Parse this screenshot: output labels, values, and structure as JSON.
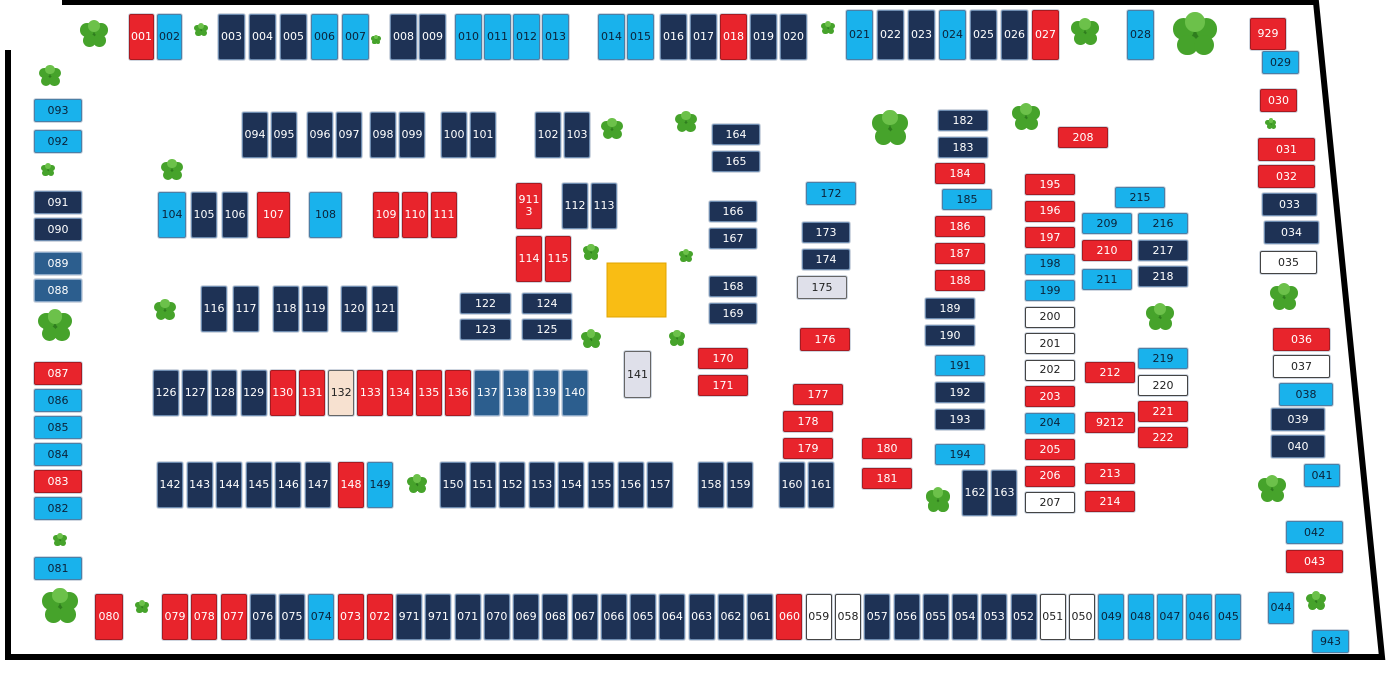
{
  "colors": {
    "navy": "#1e3255",
    "cyan": "#19b2ec",
    "red": "#e8242c",
    "white": "#ffffff",
    "blush": "#f7e1d0",
    "lilac": "#dfe0ea",
    "steel": "#2c5e8e",
    "center_square": "#f9bd14",
    "tree": "#46a32b"
  },
  "booths": [
    {
      "label": "001",
      "c": "red"
    },
    {
      "label": "002",
      "c": "cyan"
    },
    {
      "label": "003",
      "c": "navy"
    },
    {
      "label": "004",
      "c": "navy"
    },
    {
      "label": "005",
      "c": "navy"
    },
    {
      "label": "006",
      "c": "cyan"
    },
    {
      "label": "007",
      "c": "cyan"
    },
    {
      "label": "008",
      "c": "navy"
    },
    {
      "label": "009",
      "c": "navy"
    },
    {
      "label": "010",
      "c": "cyan"
    },
    {
      "label": "011",
      "c": "cyan"
    },
    {
      "label": "012",
      "c": "cyan"
    },
    {
      "label": "013",
      "c": "cyan"
    },
    {
      "label": "014",
      "c": "cyan"
    },
    {
      "label": "015",
      "c": "cyan"
    },
    {
      "label": "016",
      "c": "navy"
    },
    {
      "label": "017",
      "c": "navy"
    },
    {
      "label": "018",
      "c": "red"
    },
    {
      "label": "019",
      "c": "navy"
    },
    {
      "label": "020",
      "c": "navy"
    },
    {
      "label": "021",
      "c": "cyan"
    },
    {
      "label": "022",
      "c": "navy"
    },
    {
      "label": "023",
      "c": "navy"
    },
    {
      "label": "024",
      "c": "cyan"
    },
    {
      "label": "025",
      "c": "navy"
    },
    {
      "label": "026",
      "c": "navy"
    },
    {
      "label": "027",
      "c": "red"
    },
    {
      "label": "028",
      "c": "cyan"
    },
    {
      "label": "929",
      "c": "red"
    },
    {
      "label": "029",
      "c": "cyan"
    },
    {
      "label": "030",
      "c": "red"
    },
    {
      "label": "031",
      "c": "red"
    },
    {
      "label": "032",
      "c": "red"
    },
    {
      "label": "033",
      "c": "navy"
    },
    {
      "label": "034",
      "c": "navy"
    },
    {
      "label": "035",
      "c": "white"
    },
    {
      "label": "036",
      "c": "red"
    },
    {
      "label": "037",
      "c": "white"
    },
    {
      "label": "038",
      "c": "cyan"
    },
    {
      "label": "039",
      "c": "navy"
    },
    {
      "label": "040",
      "c": "navy"
    },
    {
      "label": "041",
      "c": "cyan"
    },
    {
      "label": "042",
      "c": "cyan"
    },
    {
      "label": "043",
      "c": "red"
    },
    {
      "label": "943",
      "c": "cyan"
    },
    {
      "label": "093",
      "c": "cyan"
    },
    {
      "label": "092",
      "c": "cyan"
    },
    {
      "label": "091",
      "c": "navy"
    },
    {
      "label": "090",
      "c": "navy"
    },
    {
      "label": "089",
      "c": "steel"
    },
    {
      "label": "088",
      "c": "steel"
    },
    {
      "label": "087",
      "c": "red"
    },
    {
      "label": "086",
      "c": "cyan"
    },
    {
      "label": "085",
      "c": "cyan"
    },
    {
      "label": "084",
      "c": "cyan"
    },
    {
      "label": "083",
      "c": "red"
    },
    {
      "label": "082",
      "c": "cyan"
    },
    {
      "label": "081",
      "c": "cyan"
    },
    {
      "label": "094",
      "c": "navy"
    },
    {
      "label": "095",
      "c": "navy"
    },
    {
      "label": "096",
      "c": "navy"
    },
    {
      "label": "097",
      "c": "navy"
    },
    {
      "label": "098",
      "c": "navy"
    },
    {
      "label": "099",
      "c": "navy"
    },
    {
      "label": "100",
      "c": "navy"
    },
    {
      "label": "101",
      "c": "navy"
    },
    {
      "label": "102",
      "c": "navy"
    },
    {
      "label": "103",
      "c": "navy"
    },
    {
      "label": "104",
      "c": "cyan"
    },
    {
      "label": "105",
      "c": "navy"
    },
    {
      "label": "106",
      "c": "navy"
    },
    {
      "label": "107",
      "c": "red"
    },
    {
      "label": "108",
      "c": "cyan"
    },
    {
      "label": "109",
      "c": "red"
    },
    {
      "label": "110",
      "c": "red"
    },
    {
      "label": "111",
      "c": "red"
    },
    {
      "label": "911\n3",
      "c": "red"
    },
    {
      "label": "112",
      "c": "navy"
    },
    {
      "label": "113",
      "c": "navy"
    },
    {
      "label": "114",
      "c": "red"
    },
    {
      "label": "115",
      "c": "red"
    },
    {
      "label": "116",
      "c": "navy"
    },
    {
      "label": "117",
      "c": "navy"
    },
    {
      "label": "118",
      "c": "navy"
    },
    {
      "label": "119",
      "c": "navy"
    },
    {
      "label": "120",
      "c": "navy"
    },
    {
      "label": "121",
      "c": "navy"
    },
    {
      "label": "122",
      "c": "navy"
    },
    {
      "label": "123",
      "c": "navy"
    },
    {
      "label": "124",
      "c": "navy"
    },
    {
      "label": "125",
      "c": "navy"
    },
    {
      "label": "126",
      "c": "navy"
    },
    {
      "label": "127",
      "c": "navy"
    },
    {
      "label": "128",
      "c": "navy"
    },
    {
      "label": "129",
      "c": "navy"
    },
    {
      "label": "130",
      "c": "red"
    },
    {
      "label": "131",
      "c": "red"
    },
    {
      "label": "132",
      "c": "blush"
    },
    {
      "label": "133",
      "c": "red"
    },
    {
      "label": "134",
      "c": "red"
    },
    {
      "label": "135",
      "c": "red"
    },
    {
      "label": "136",
      "c": "red"
    },
    {
      "label": "137",
      "c": "steel"
    },
    {
      "label": "138",
      "c": "steel"
    },
    {
      "label": "139",
      "c": "steel"
    },
    {
      "label": "140",
      "c": "steel"
    },
    {
      "label": "141",
      "c": "lilac"
    },
    {
      "label": "142",
      "c": "navy"
    },
    {
      "label": "143",
      "c": "navy"
    },
    {
      "label": "144",
      "c": "navy"
    },
    {
      "label": "145",
      "c": "navy"
    },
    {
      "label": "146",
      "c": "navy"
    },
    {
      "label": "147",
      "c": "navy"
    },
    {
      "label": "148",
      "c": "red"
    },
    {
      "label": "149",
      "c": "cyan"
    },
    {
      "label": "150",
      "c": "navy"
    },
    {
      "label": "151",
      "c": "navy"
    },
    {
      "label": "152",
      "c": "navy"
    },
    {
      "label": "153",
      "c": "navy"
    },
    {
      "label": "154",
      "c": "navy"
    },
    {
      "label": "155",
      "c": "navy"
    },
    {
      "label": "156",
      "c": "navy"
    },
    {
      "label": "157",
      "c": "navy"
    },
    {
      "label": "158",
      "c": "navy"
    },
    {
      "label": "159",
      "c": "navy"
    },
    {
      "label": "160",
      "c": "navy"
    },
    {
      "label": "161",
      "c": "navy"
    },
    {
      "label": "162",
      "c": "navy"
    },
    {
      "label": "163",
      "c": "navy"
    },
    {
      "label": "164",
      "c": "navy"
    },
    {
      "label": "165",
      "c": "navy"
    },
    {
      "label": "166",
      "c": "navy"
    },
    {
      "label": "167",
      "c": "navy"
    },
    {
      "label": "168",
      "c": "navy"
    },
    {
      "label": "169",
      "c": "navy"
    },
    {
      "label": "170",
      "c": "red"
    },
    {
      "label": "171",
      "c": "red"
    },
    {
      "label": "172",
      "c": "cyan"
    },
    {
      "label": "173",
      "c": "navy"
    },
    {
      "label": "174",
      "c": "navy"
    },
    {
      "label": "175",
      "c": "lilac"
    },
    {
      "label": "176",
      "c": "red"
    },
    {
      "label": "177",
      "c": "red"
    },
    {
      "label": "178",
      "c": "red"
    },
    {
      "label": "179",
      "c": "red"
    },
    {
      "label": "180",
      "c": "red"
    },
    {
      "label": "181",
      "c": "red"
    },
    {
      "label": "182",
      "c": "navy"
    },
    {
      "label": "183",
      "c": "navy"
    },
    {
      "label": "184",
      "c": "red"
    },
    {
      "label": "185",
      "c": "cyan"
    },
    {
      "label": "186",
      "c": "red"
    },
    {
      "label": "187",
      "c": "red"
    },
    {
      "label": "188",
      "c": "red"
    },
    {
      "label": "189",
      "c": "navy"
    },
    {
      "label": "190",
      "c": "navy"
    },
    {
      "label": "191",
      "c": "cyan"
    },
    {
      "label": "192",
      "c": "navy"
    },
    {
      "label": "193",
      "c": "navy"
    },
    {
      "label": "194",
      "c": "cyan"
    },
    {
      "label": "195",
      "c": "red"
    },
    {
      "label": "196",
      "c": "red"
    },
    {
      "label": "197",
      "c": "red"
    },
    {
      "label": "198",
      "c": "cyan"
    },
    {
      "label": "199",
      "c": "cyan"
    },
    {
      "label": "200",
      "c": "white"
    },
    {
      "label": "201",
      "c": "white"
    },
    {
      "label": "202",
      "c": "white"
    },
    {
      "label": "203",
      "c": "red"
    },
    {
      "label": "204",
      "c": "cyan"
    },
    {
      "label": "205",
      "c": "red"
    },
    {
      "label": "206",
      "c": "red"
    },
    {
      "label": "207",
      "c": "white"
    },
    {
      "label": "208",
      "c": "red"
    },
    {
      "label": "209",
      "c": "cyan"
    },
    {
      "label": "210",
      "c": "red"
    },
    {
      "label": "211",
      "c": "cyan"
    },
    {
      "label": "212",
      "c": "red"
    },
    {
      "label": "9212",
      "c": "red"
    },
    {
      "label": "213",
      "c": "red"
    },
    {
      "label": "214",
      "c": "red"
    },
    {
      "label": "215",
      "c": "cyan"
    },
    {
      "label": "216",
      "c": "cyan"
    },
    {
      "label": "217",
      "c": "navy"
    },
    {
      "label": "218",
      "c": "navy"
    },
    {
      "label": "219",
      "c": "cyan"
    },
    {
      "label": "220",
      "c": "white"
    },
    {
      "label": "221",
      "c": "red"
    },
    {
      "label": "222",
      "c": "red"
    },
    {
      "label": "080",
      "c": "red"
    },
    {
      "label": "079",
      "c": "red"
    },
    {
      "label": "078",
      "c": "red"
    },
    {
      "label": "077",
      "c": "red"
    },
    {
      "label": "076",
      "c": "navy"
    },
    {
      "label": "075",
      "c": "navy"
    },
    {
      "label": "074",
      "c": "cyan"
    },
    {
      "label": "073",
      "c": "red"
    },
    {
      "label": "072",
      "c": "red"
    },
    {
      "label": "971",
      "c": "navy"
    },
    {
      "label": "971",
      "c": "navy"
    },
    {
      "label": "071",
      "c": "navy"
    },
    {
      "label": "070",
      "c": "navy"
    },
    {
      "label": "069",
      "c": "navy"
    },
    {
      "label": "068",
      "c": "navy"
    },
    {
      "label": "067",
      "c": "navy"
    },
    {
      "label": "066",
      "c": "navy"
    },
    {
      "label": "065",
      "c": "navy"
    },
    {
      "label": "064",
      "c": "navy"
    },
    {
      "label": "063",
      "c": "navy"
    },
    {
      "label": "062",
      "c": "navy"
    },
    {
      "label": "061",
      "c": "navy"
    },
    {
      "label": "060",
      "c": "red"
    },
    {
      "label": "059",
      "c": "white"
    },
    {
      "label": "058",
      "c": "white"
    },
    {
      "label": "057",
      "c": "navy"
    },
    {
      "label": "056",
      "c": "navy"
    },
    {
      "label": "055",
      "c": "navy"
    },
    {
      "label": "054",
      "c": "navy"
    },
    {
      "label": "053",
      "c": "navy"
    },
    {
      "label": "052",
      "c": "navy"
    },
    {
      "label": "051",
      "c": "white"
    },
    {
      "label": "050",
      "c": "white"
    },
    {
      "label": "049",
      "c": "cyan"
    },
    {
      "label": "048",
      "c": "cyan"
    },
    {
      "label": "047",
      "c": "cyan"
    },
    {
      "label": "046",
      "c": "cyan"
    },
    {
      "label": "045",
      "c": "cyan"
    },
    {
      "label": "044",
      "c": "cyan"
    }
  ]
}
